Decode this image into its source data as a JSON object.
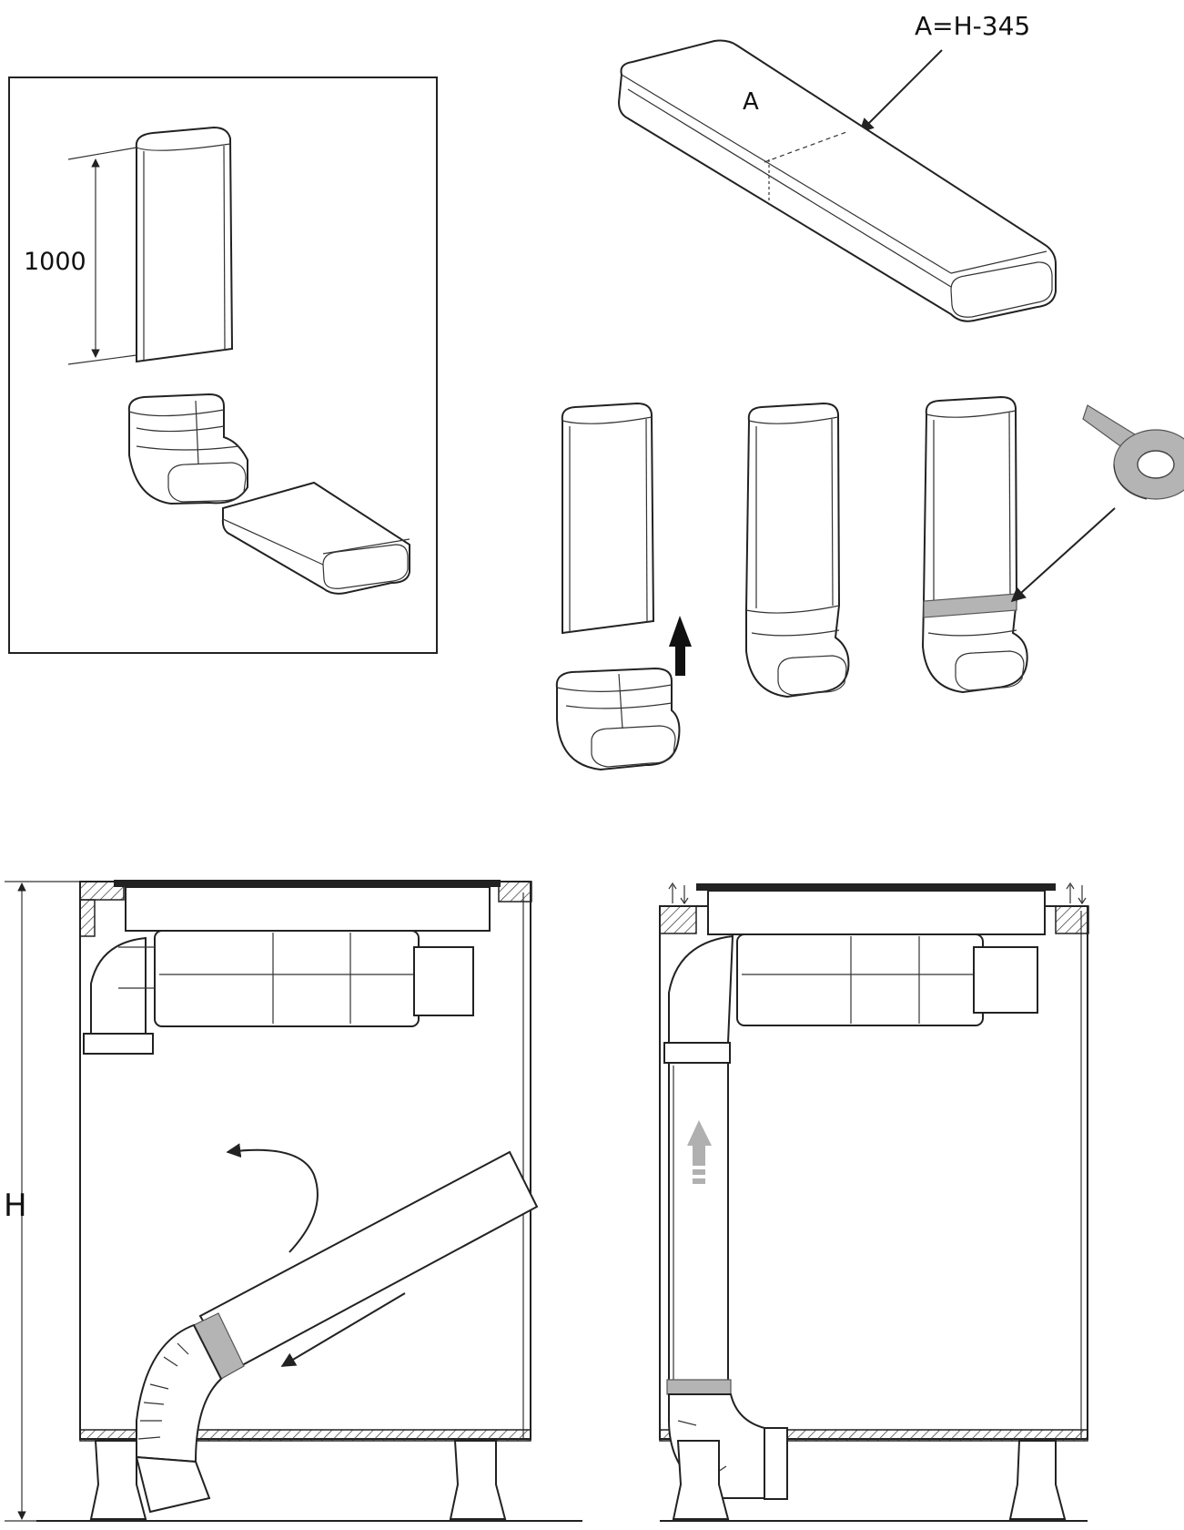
{
  "labels": {
    "dimension_1000": "1000",
    "cut_formula": "A=H-345",
    "section_a": "A",
    "height_h": "H"
  },
  "colors": {
    "line": "#222222",
    "tape": "#b4b4b4",
    "airflow_arrow": "#b0b0b0"
  }
}
